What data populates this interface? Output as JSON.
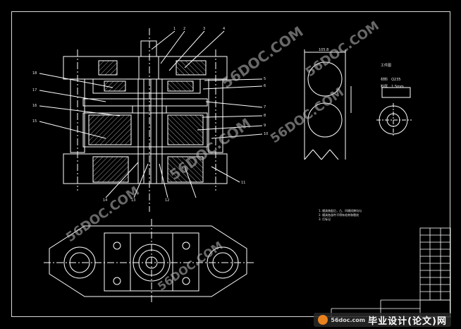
{
  "drawing": {
    "colors": {
      "background": "#000000",
      "lines": "#ffffff",
      "accent": "#e8821e"
    },
    "part_numbers_top": [
      "1",
      "2",
      "3",
      "4"
    ],
    "part_numbers_left": [
      "18",
      "17",
      "16",
      "15"
    ],
    "part_numbers_right": [
      "5",
      "6",
      "7",
      "8",
      "9",
      "10"
    ],
    "part_numbers_bottom": [
      "14",
      "13",
      "12",
      "11"
    ],
    "dimension_label": "105.8",
    "workpiece": {
      "heading": "工件图",
      "material_label": "材料",
      "material_value": "Q235",
      "thickness_label": "料厚",
      "thickness_value": "1.5mm"
    },
    "notes": [
      "1. 模具装配后，凸、凹模间隙均匀",
      "2. 模具各部件不得有毛刺和裂纹",
      "3. 打标记"
    ],
    "watermark": "56DOC.COM",
    "brand": {
      "site": "56doc.com",
      "name": "毕业设计(论文)网"
    }
  }
}
